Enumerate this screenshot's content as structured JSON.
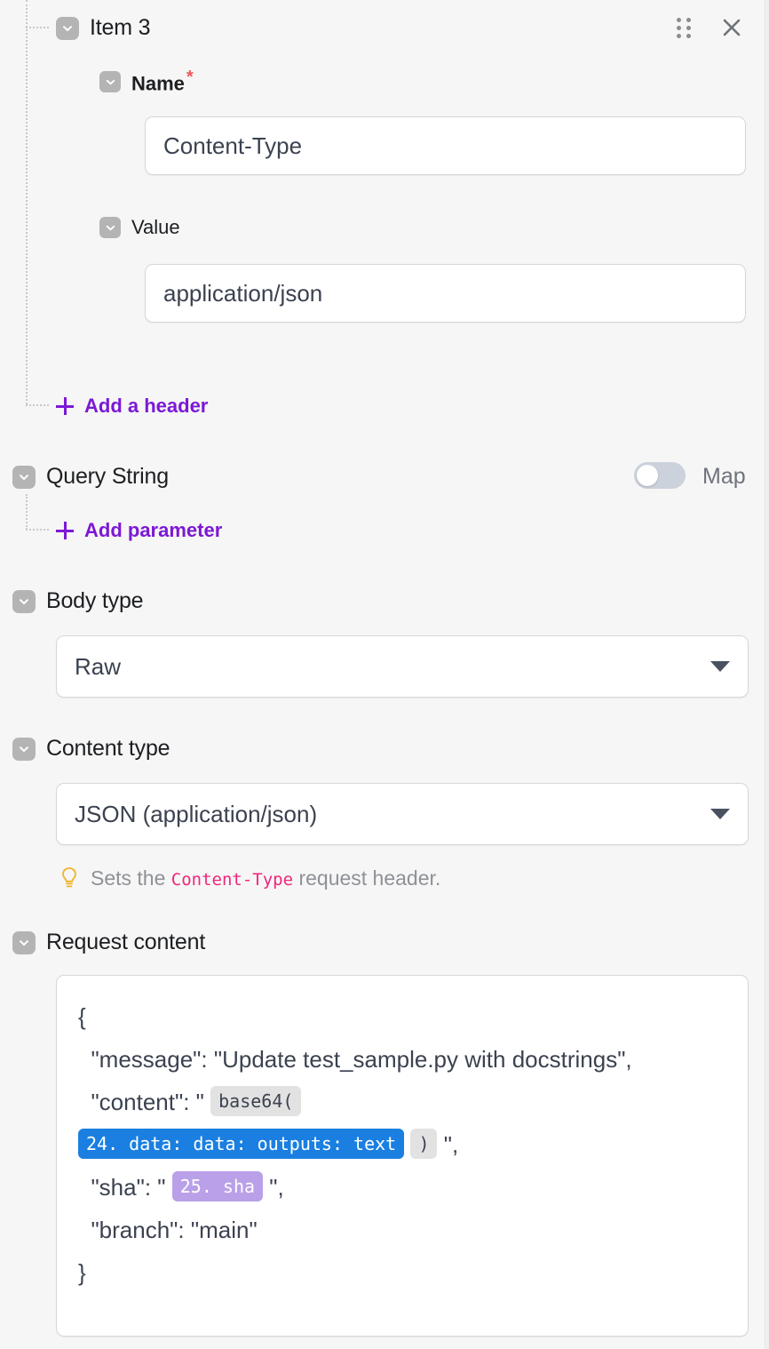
{
  "accent": {
    "link_purple": "#7c18d6",
    "required_red": "#f0565b",
    "chip_blue": "#1a7fe0",
    "chip_purple": "#b9a0e8",
    "chip_gray": "#e2e2e2",
    "hint_pink": "#f0267a",
    "toggle_track": "#ccd2dc"
  },
  "header_item": {
    "title": "Item 3",
    "drag_handle_icon": "drag-dots-icon",
    "close_icon": "close-icon",
    "collapse_icon": "chevron-down-icon"
  },
  "fields": {
    "name": {
      "label": "Name",
      "required_marker": "*",
      "value": "Content-Type"
    },
    "value": {
      "label": "Value",
      "value": "application/json"
    }
  },
  "actions": {
    "add_header": "Add a header",
    "add_parameter": "Add parameter",
    "plus_icon": "plus-icon"
  },
  "query_string": {
    "label": "Query String",
    "map_toggle_label": "Map",
    "map_toggle_state": "off"
  },
  "body_type": {
    "label": "Body type",
    "selected": "Raw",
    "caret_icon": "chevron-down-icon"
  },
  "content_type": {
    "label": "Content type",
    "selected": "JSON (application/json)",
    "caret_icon": "chevron-down-icon",
    "hint_icon": "lightbulb-icon",
    "hint_prefix": "Sets the ",
    "hint_code": "Content-Type",
    "hint_suffix": " request header."
  },
  "request_content": {
    "label": "Request content",
    "lines": {
      "l1": "{",
      "l2": "  \"message\": \"Update test_sample.py with docstrings\",",
      "l3_prefix": "  \"content\": \" ",
      "l3_chip_base64": "base64(",
      "l4_chip_data": "24. data: data: outputs: text",
      "l4_chip_paren": ")",
      "l4_suffix": " \",",
      "l5_prefix": "  \"sha\": \" ",
      "l5_chip_sha": "25. sha",
      "l5_suffix": " \",",
      "l6": "  \"branch\": \"main\"",
      "l7": "}"
    }
  }
}
